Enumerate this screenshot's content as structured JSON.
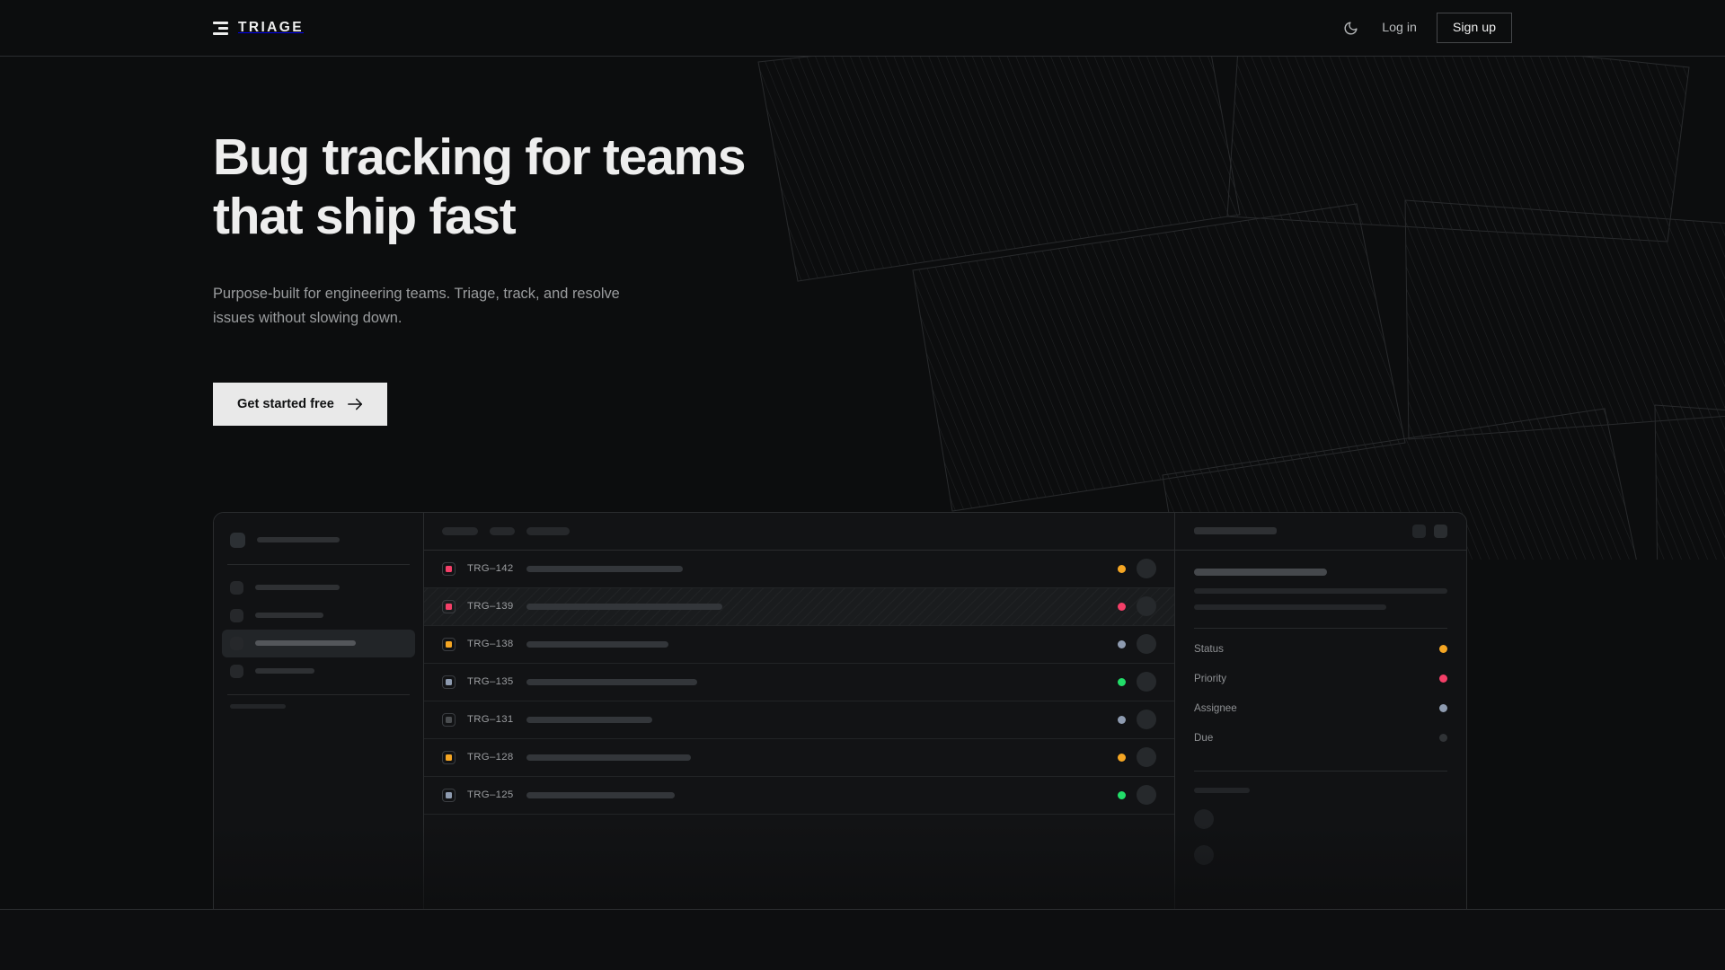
{
  "nav": {
    "brand": "TRIAGE",
    "brand_mark_icon": "stacked-bars-logo-icon",
    "theme_toggle_icon": "moon-icon",
    "login_label": "Log in",
    "signup_label": "Sign up"
  },
  "hero": {
    "headline": "Bug tracking for teams that ship fast",
    "subhead": "Purpose-built for engineering teams. Triage, track, and resolve issues without slowing down.",
    "cta_label": "Get started free",
    "cta_icon": "arrow-right-icon"
  },
  "colors": {
    "page_bg": "#0c0d0e",
    "panel_bg": "#121315",
    "border": "#2a2c2e",
    "text_primary": "#eeeeee",
    "text_muted": "#9a9c9e",
    "cta_bg": "#e9e9e9",
    "status_amber": "#f5a623",
    "status_rose": "#f43f68",
    "status_slate": "#8e9bb0",
    "status_green": "#22dd69",
    "status_dim": "#4a4d50"
  },
  "app_mockup": {
    "sidebar": {
      "nav_items": [
        {
          "width": 94,
          "active": false
        },
        {
          "width": 76,
          "active": false
        },
        {
          "width": 112,
          "active": true
        },
        {
          "width": 66,
          "active": false
        }
      ],
      "footer_dots": 3
    },
    "list_toolbar": {
      "chips": [
        40,
        28,
        48
      ]
    },
    "list_columns": [
      "priority",
      "id",
      "title",
      "status",
      "assignee"
    ],
    "rows": [
      {
        "id": "TRG–142",
        "priority_color": "#f43f68",
        "status_color": "#f5a623",
        "title_width": 174,
        "selected": false
      },
      {
        "id": "TRG–139",
        "priority_color": "#f43f68",
        "status_color": "#f43f68",
        "title_width": 218,
        "selected": true
      },
      {
        "id": "TRG–138",
        "priority_color": "#f5a623",
        "status_color": "#8e9bb0",
        "title_width": 158,
        "selected": false
      },
      {
        "id": "TRG–135",
        "priority_color": "#8e9bb0",
        "status_color": "#22dd69",
        "title_width": 190,
        "selected": false
      },
      {
        "id": "TRG–131",
        "priority_color": "#4a4d50",
        "status_color": "#8e9bb0",
        "title_width": 140,
        "selected": false
      },
      {
        "id": "TRG–128",
        "priority_color": "#f5a623",
        "status_color": "#f5a623",
        "title_width": 183,
        "selected": false
      },
      {
        "id": "TRG–125",
        "priority_color": "#8e9bb0",
        "status_color": "#22dd69",
        "title_width": 165,
        "selected": false
      }
    ],
    "detail_panel": {
      "header_actions": [
        "collapse-icon",
        "more-icon"
      ],
      "description_lines": [
        100,
        76
      ],
      "fields": [
        {
          "label": "Status",
          "value_color": "#f5a623"
        },
        {
          "label": "Priority",
          "value_color": "#f43f68"
        },
        {
          "label": "Assignee",
          "value_color": "#8e9bb0"
        },
        {
          "label": "Due",
          "value_color": "#303336"
        }
      ],
      "activity_avatars": 2
    }
  }
}
